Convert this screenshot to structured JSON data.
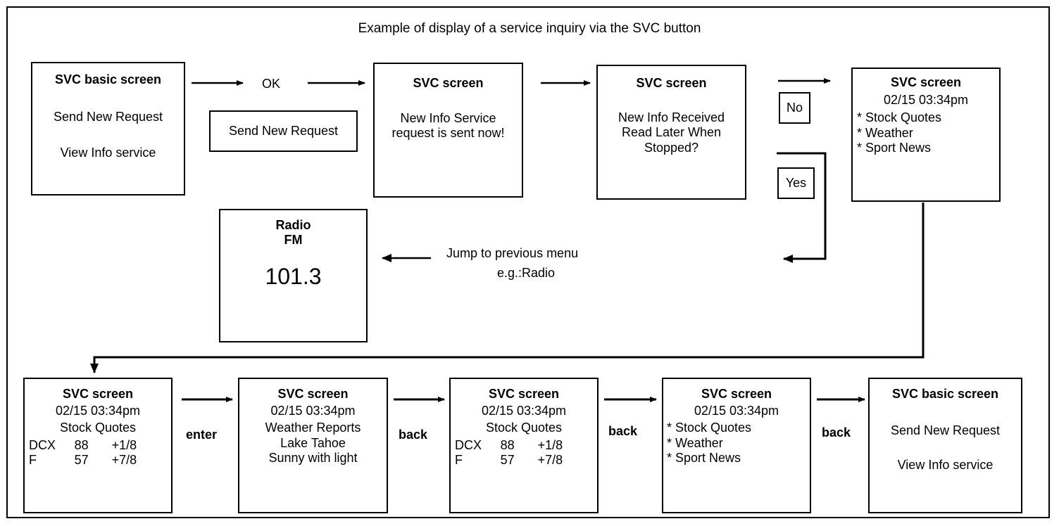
{
  "diagram": {
    "title": "Example of display of a service inquiry via the SVC button",
    "type": "flowchart",
    "boxes": {
      "svc_basic_screen_1": {
        "title": "SVC basic screen",
        "line1": "Send New Request",
        "line2": "View Info service"
      },
      "send_new_request_highlight": {
        "label": "Send New Request"
      },
      "svc_screen_sent": {
        "title": "SVC screen",
        "line1": "New Info Service",
        "line2": "request is sent now!"
      },
      "svc_screen_received": {
        "title": "SVC screen",
        "line1": "New Info Received",
        "line2": "Read Later When",
        "line3": "Stopped?"
      },
      "svc_screen_menu_top": {
        "title": "SVC screen",
        "timestamp": "02/15  03:34pm",
        "item1": "* Stock Quotes",
        "item2": "* Weather",
        "item3": "* Sport News"
      },
      "radio": {
        "title": "Radio",
        "band": "FM",
        "frequency": "101.3"
      },
      "svc_screen_stock_1": {
        "title": "SVC screen",
        "timestamp": "02/15 03:34pm",
        "section": "Stock Quotes",
        "rows": [
          {
            "symbol": "DCX",
            "price": "88",
            "change": "+1/8"
          },
          {
            "symbol": "F",
            "price": "57",
            "change": "+7/8"
          }
        ]
      },
      "svc_screen_weather": {
        "title": "SVC screen",
        "timestamp": "02/15  03:34pm",
        "section": "Weather Reports",
        "location": "Lake Tahoe",
        "conditions": "Sunny with light"
      },
      "svc_screen_stock_2": {
        "title": "SVC screen",
        "timestamp": "02/15 03:34pm",
        "section": "Stock Quotes",
        "rows": [
          {
            "symbol": "DCX",
            "price": "88",
            "change": "+1/8"
          },
          {
            "symbol": "F",
            "price": "57",
            "change": "+7/8"
          }
        ]
      },
      "svc_screen_menu_bottom": {
        "title": "SVC screen",
        "timestamp": "02/15 03:34pm",
        "item1": "* Stock Quotes",
        "item2": "* Weather",
        "item3": "* Sport News"
      },
      "svc_basic_screen_2": {
        "title": "SVC basic screen",
        "line1": "Send New Request",
        "line2": "View Info service"
      }
    },
    "labels": {
      "ok": "OK",
      "no": "No",
      "yes": "Yes",
      "jump_line1": "Jump to previous menu",
      "jump_line2": "e.g.:Radio",
      "enter": "enter",
      "back_1": "back",
      "back_2": "back",
      "back_3": "back"
    },
    "colors": {
      "stroke": "#000000",
      "background": "#ffffff"
    }
  }
}
